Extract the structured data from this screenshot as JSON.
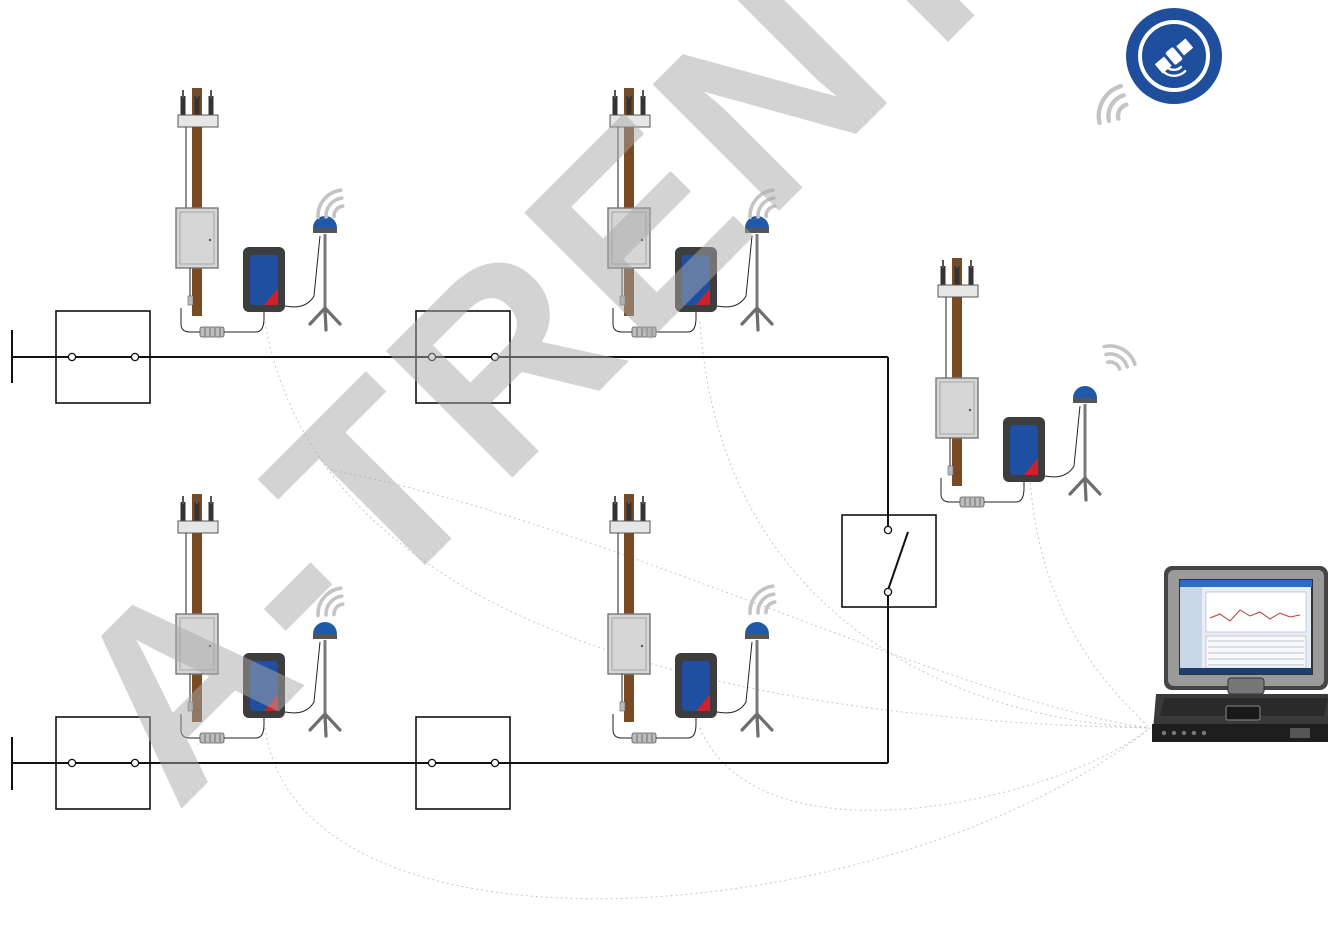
{
  "diagram": {
    "watermark_text": "A-TRENT",
    "colors": {
      "background": "#ffffff",
      "line": "#111111",
      "link_dotted": "#c8c8c8",
      "pole_wood": "#7a4a22",
      "cabinet": "#d6d6d6",
      "device_body": "#3d3d3d",
      "device_screen": "#1f4fa0",
      "device_accent": "#d2202a",
      "antenna_dome": "#1f5aa8",
      "wave": "#c4c4c4",
      "satellite_badge": "#1f4f9c",
      "watermark_gray": "#a9a9a9",
      "watermark_red": "#e07a7e"
    },
    "sites": [
      {
        "id": "site-1"
      },
      {
        "id": "site-2"
      },
      {
        "id": "site-3"
      },
      {
        "id": "site-4"
      },
      {
        "id": "site-5"
      }
    ],
    "switch_boxes": [
      {
        "id": "switch-1",
        "state": "closed"
      },
      {
        "id": "switch-2",
        "state": "closed"
      },
      {
        "id": "switch-3",
        "state": "closed"
      },
      {
        "id": "switch-4",
        "state": "closed"
      },
      {
        "id": "switch-5",
        "state": "open"
      }
    ],
    "icons": {
      "satellite": "satellite-icon",
      "laptop": "rugged-laptop-icon",
      "recorder": "recorder-device-icon",
      "antenna": "gps-antenna-icon",
      "pole": "utility-pole-icon"
    }
  }
}
